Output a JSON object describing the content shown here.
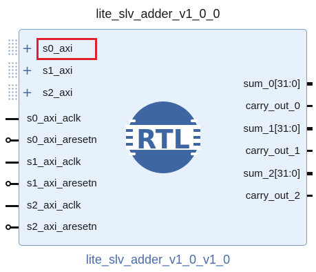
{
  "block": {
    "title": "lite_slv_adder_v1_0_0",
    "instance_name": "lite_slv_adder_v1_0_v1_0",
    "logo_text": "RTL"
  },
  "interfaces": [
    {
      "label": "s0_axi",
      "selected": true
    },
    {
      "label": "s1_axi",
      "selected": false
    },
    {
      "label": "s2_axi",
      "selected": false
    }
  ],
  "left_ports": [
    {
      "label": "s0_axi_aclk",
      "pin": "line"
    },
    {
      "label": "s0_axi_aresetn",
      "pin": "bubble"
    },
    {
      "label": "s1_axi_aclk",
      "pin": "line"
    },
    {
      "label": "s1_axi_aresetn",
      "pin": "bubble"
    },
    {
      "label": "s2_axi_aclk",
      "pin": "line"
    },
    {
      "label": "s2_axi_aresetn",
      "pin": "bubble"
    }
  ],
  "right_ports": [
    {
      "label": "sum_0[31:0]",
      "pin": "bus"
    },
    {
      "label": "carry_out_0",
      "pin": "line"
    },
    {
      "label": "sum_1[31:0]",
      "pin": "bus"
    },
    {
      "label": "carry_out_1",
      "pin": "line"
    },
    {
      "label": "sum_2[31:0]",
      "pin": "bus"
    },
    {
      "label": "carry_out_2",
      "pin": "line"
    }
  ],
  "colors": {
    "block_fill": "#e6f1fb",
    "block_border": "#7f9dc0",
    "logo_fill": "#3d66a3",
    "selection": "#e0202a",
    "instance_name": "#4a6da8"
  }
}
